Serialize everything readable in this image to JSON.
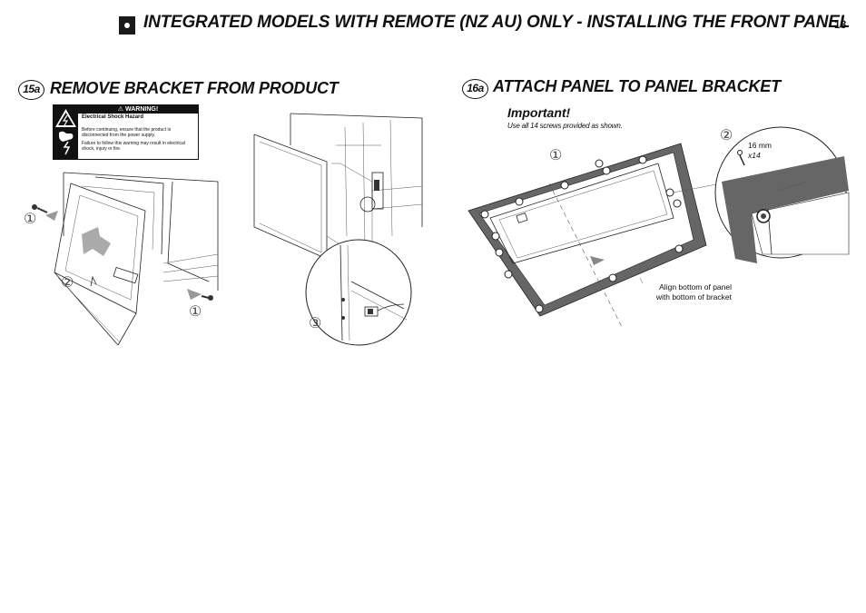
{
  "header": {
    "title": "INTEGRATED MODELS WITH REMOTE (NZ AU) ONLY - INSTALLING THE FRONT PANEL",
    "page_number": "18"
  },
  "step_15": {
    "badge": "15a",
    "title": "REMOVE BRACKET FROM PRODUCT",
    "warning": {
      "heading": "WARNING!",
      "hazard": "Electrical Shock Hazard",
      "line1": "Before continuing, ensure that the product is disconnected from the power supply.",
      "line2": "Failure to follow this warning may result in electrical shock, injury or fire."
    },
    "callouts": [
      "①",
      "②",
      "①",
      "③"
    ]
  },
  "step_16": {
    "badge": "16a",
    "title": "ATTACH PANEL TO PANEL BRACKET",
    "important_label": "Important!",
    "important_note": "Use all 14 screws provided as shown.",
    "align_note_line1": "Align bottom of panel",
    "align_note_line2": "with bottom of bracket",
    "screw_size": "16 mm",
    "screw_qty": "x14",
    "callouts": [
      "①",
      "②"
    ]
  },
  "icons": [
    "warning-triangle-icon",
    "electric-shock-icon",
    "screw-icon"
  ]
}
